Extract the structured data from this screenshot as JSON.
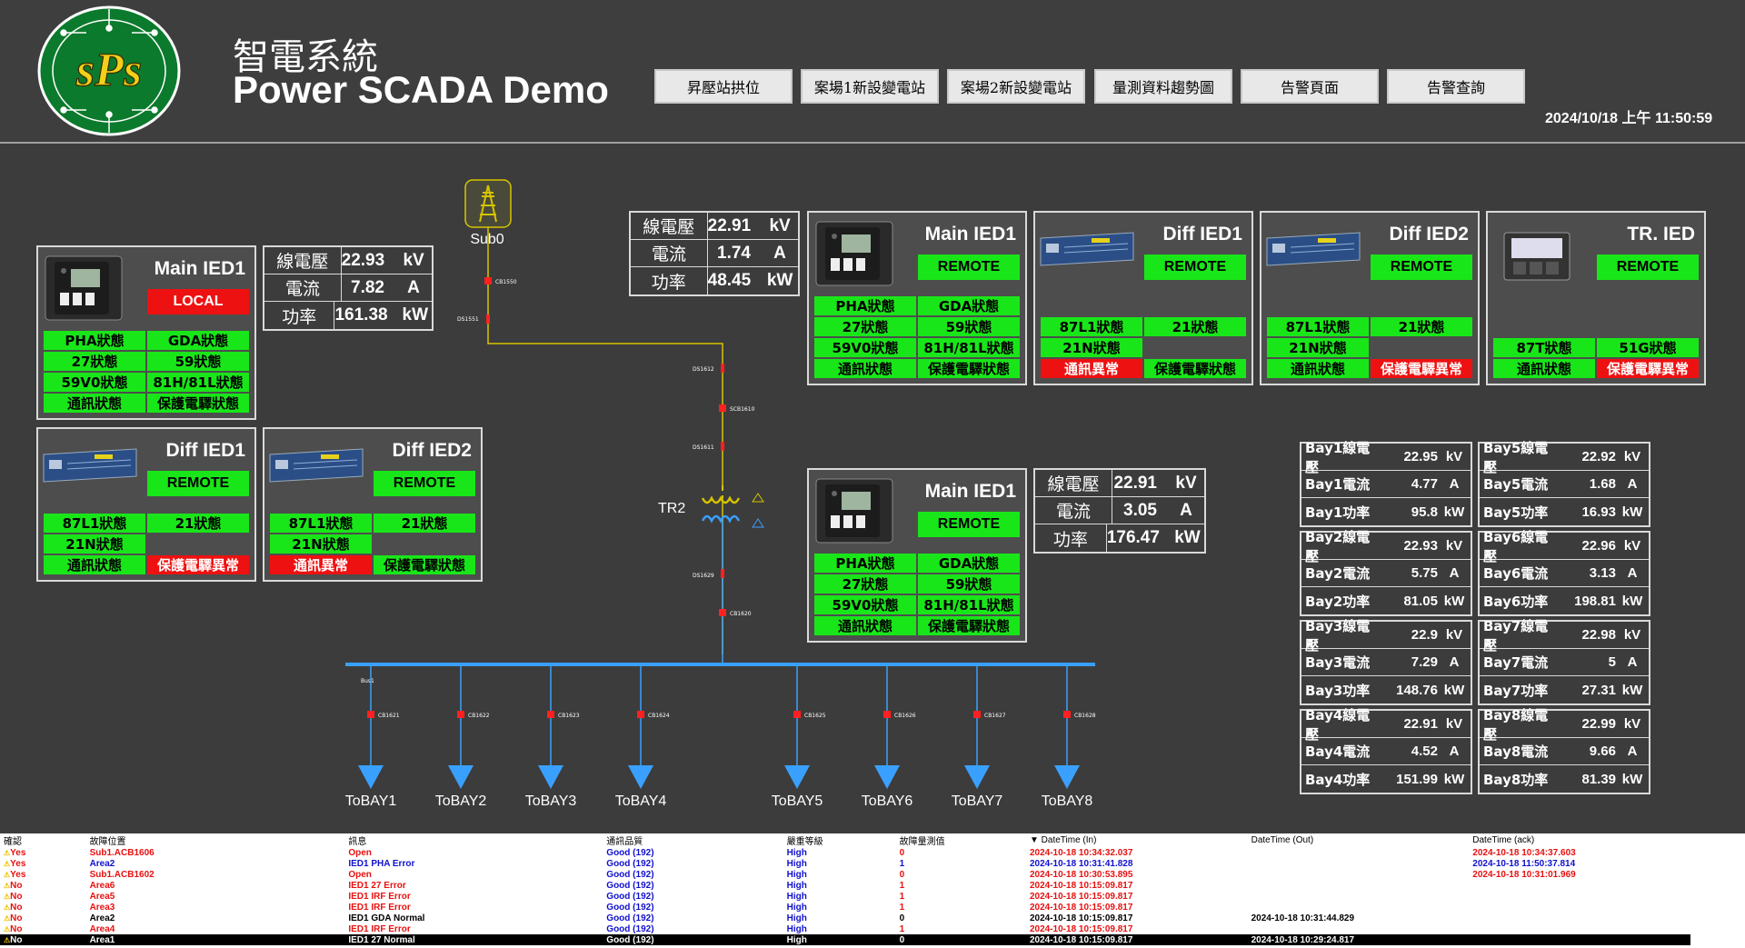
{
  "app": {
    "title_cn": "智電系統",
    "title_en": "Power SCADA Demo",
    "logo_text": "sPs",
    "datetime": "2024/10/18 上午 11:50:59"
  },
  "nav": [
    "昇壓站拱位",
    "案場1新設變電站",
    "案場2新設變電站",
    "量測資料趨勢圖",
    "告警頁面",
    "告警查詢"
  ],
  "sub": {
    "label": "Sub0"
  },
  "tr": {
    "label": "TR2"
  },
  "breakers": {
    "cb1550": "CB1550",
    "ds1551": "DS1551",
    "ds1612": "DS1612",
    "scb1610": "SCB1610",
    "ds1611": "DS1611",
    "ds1629": "DS1629",
    "cb1620": "CB1620",
    "bus1": "Bus1"
  },
  "bays": [
    {
      "cb": "CB1621",
      "label": "ToBAY1"
    },
    {
      "cb": "CB1622",
      "label": "ToBAY2"
    },
    {
      "cb": "CB1623",
      "label": "ToBAY3"
    },
    {
      "cb": "CB1624",
      "label": "ToBAY4"
    },
    {
      "cb": "CB1625",
      "label": "ToBAY5"
    },
    {
      "cb": "CB1626",
      "label": "ToBAY6"
    },
    {
      "cb": "CB1627",
      "label": "ToBAY7"
    },
    {
      "cb": "CB1628",
      "label": "ToBAY8"
    }
  ],
  "meters": {
    "left": {
      "v_label": "線電壓",
      "v": "22.93",
      "v_unit": "kV",
      "i_label": "電流",
      "i": "7.82",
      "i_unit": "A",
      "p_label": "功率",
      "p": "161.38",
      "p_unit": "kW"
    },
    "top": {
      "v_label": "線電壓",
      "v": "22.91",
      "v_unit": "kV",
      "i_label": "電流",
      "i": "1.74",
      "i_unit": "A",
      "p_label": "功率",
      "p": "48.45",
      "p_unit": "kW"
    },
    "mid": {
      "v_label": "線電壓",
      "v": "22.91",
      "v_unit": "kV",
      "i_label": "電流",
      "i": "3.05",
      "i_unit": "A",
      "p_label": "功率",
      "p": "176.47",
      "p_unit": "kW"
    }
  },
  "ieds": {
    "left_main": {
      "name": "Main IED1",
      "mode": "LOCAL",
      "cells": [
        "PHA狀態",
        "GDA狀態",
        "27狀態",
        "59狀態",
        "59V0狀態",
        "81H/81L狀態",
        "通訊狀態",
        "保護電驛狀態"
      ]
    },
    "left_diff1": {
      "name": "Diff IED1",
      "mode": "REMOTE",
      "cells": [
        "87L1狀態",
        "21狀態",
        "21N狀態",
        "",
        "通訊狀態",
        "保護電驛異常"
      ]
    },
    "left_diff2": {
      "name": "Diff IED2",
      "mode": "REMOTE",
      "cells": [
        "87L1狀態",
        "21狀態",
        "21N狀態",
        "",
        "通訊異常",
        "保護電驛狀態"
      ]
    },
    "top_main": {
      "name": "Main IED1",
      "mode": "REMOTE",
      "cells": [
        "PHA狀態",
        "GDA狀態",
        "27狀態",
        "59狀態",
        "59V0狀態",
        "81H/81L狀態",
        "通訊狀態",
        "保護電驛狀態"
      ]
    },
    "top_diff1": {
      "name": "Diff IED1",
      "mode": "REMOTE",
      "cells": [
        "87L1狀態",
        "21狀態",
        "21N狀態",
        "",
        "通訊異常",
        "保護電驛狀態"
      ]
    },
    "top_diff2": {
      "name": "Diff IED2",
      "mode": "REMOTE",
      "cells": [
        "87L1狀態",
        "21狀態",
        "21N狀態",
        "",
        "通訊狀態",
        "保護電驛異常"
      ]
    },
    "top_tr": {
      "name": "TR. IED",
      "mode": "REMOTE",
      "cells": [
        "87T狀態",
        "51G狀態",
        "通訊狀態",
        "保護電驛異常"
      ]
    },
    "mid_main": {
      "name": "Main IED1",
      "mode": "REMOTE",
      "cells": [
        "PHA狀態",
        "GDA狀態",
        "27狀態",
        "59狀態",
        "59V0狀態",
        "81H/81L狀態",
        "通訊狀態",
        "保護電驛狀態"
      ]
    }
  },
  "bay_meters": [
    {
      "rows": [
        [
          "Bay1線電壓",
          "22.95",
          "kV"
        ],
        [
          "Bay1電流",
          "4.77",
          "A"
        ],
        [
          "Bay1功率",
          "95.8",
          "kW"
        ]
      ]
    },
    {
      "rows": [
        [
          "Bay2線電壓",
          "22.93",
          "kV"
        ],
        [
          "Bay2電流",
          "5.75",
          "A"
        ],
        [
          "Bay2功率",
          "81.05",
          "kW"
        ]
      ]
    },
    {
      "rows": [
        [
          "Bay3線電壓",
          "22.9",
          "kV"
        ],
        [
          "Bay3電流",
          "7.29",
          "A"
        ],
        [
          "Bay3功率",
          "148.76",
          "kW"
        ]
      ]
    },
    {
      "rows": [
        [
          "Bay4線電壓",
          "22.91",
          "kV"
        ],
        [
          "Bay4電流",
          "4.52",
          "A"
        ],
        [
          "Bay4功率",
          "151.99",
          "kW"
        ]
      ]
    },
    {
      "rows": [
        [
          "Bay5線電壓",
          "22.92",
          "kV"
        ],
        [
          "Bay5電流",
          "1.68",
          "A"
        ],
        [
          "Bay5功率",
          "16.93",
          "kW"
        ]
      ]
    },
    {
      "rows": [
        [
          "Bay6線電壓",
          "22.96",
          "kV"
        ],
        [
          "Bay6電流",
          "3.13",
          "A"
        ],
        [
          "Bay6功率",
          "198.81",
          "kW"
        ]
      ]
    },
    {
      "rows": [
        [
          "Bay7線電壓",
          "22.98",
          "kV"
        ],
        [
          "Bay7電流",
          "5",
          "A"
        ],
        [
          "Bay7功率",
          "27.31",
          "kW"
        ]
      ]
    },
    {
      "rows": [
        [
          "Bay8線電壓",
          "22.99",
          "kV"
        ],
        [
          "Bay8電流",
          "9.66",
          "A"
        ],
        [
          "Bay8功率",
          "81.39",
          "kW"
        ]
      ]
    }
  ],
  "alarm": {
    "headers": [
      "確認",
      "故障位置",
      "訊息",
      "通訊品質",
      "嚴重等級",
      "故障量測值",
      "▼ DateTime (In)",
      "DateTime (Out)",
      "DateTime (ack)"
    ],
    "rows": [
      {
        "ack": "Yes",
        "loc": "Sub1.ACB1606",
        "msg": "Open",
        "q": "Good (192)",
        "sev": "High",
        "val": "0",
        "in": "2024-10-18 10:34:32.037",
        "out": "",
        "ackt": "2024-10-18 10:34:37.603",
        "color": "#e81010"
      },
      {
        "ack": "Yes",
        "loc": "Area2",
        "msg": "IED1 PHA Error",
        "q": "Good (192)",
        "sev": "High",
        "val": "1",
        "in": "2024-10-18 10:31:41.828",
        "out": "",
        "ackt": "2024-10-18 11:50:37.814",
        "color": "#1010d0"
      },
      {
        "ack": "Yes",
        "loc": "Sub1.ACB1602",
        "msg": "Open",
        "q": "Good (192)",
        "sev": "High",
        "val": "0",
        "in": "2024-10-18 10:30:53.895",
        "out": "",
        "ackt": "2024-10-18 10:31:01.969",
        "color": "#e81010"
      },
      {
        "ack": "No",
        "loc": "Area6",
        "msg": "IED1 27 Error",
        "q": "Good (192)",
        "sev": "High",
        "val": "1",
        "in": "2024-10-18 10:15:09.817",
        "out": "",
        "ackt": "",
        "color": "#e81010"
      },
      {
        "ack": "No",
        "loc": "Area5",
        "msg": "IED1 IRF Error",
        "q": "Good (192)",
        "sev": "High",
        "val": "1",
        "in": "2024-10-18 10:15:09.817",
        "out": "",
        "ackt": "",
        "color": "#e81010"
      },
      {
        "ack": "No",
        "loc": "Area3",
        "msg": "IED1 IRF Error",
        "q": "Good (192)",
        "sev": "High",
        "val": "1",
        "in": "2024-10-18 10:15:09.817",
        "out": "",
        "ackt": "",
        "color": "#e81010"
      },
      {
        "ack": "No",
        "loc": "Area2",
        "msg": "IED1 GDA Normal",
        "q": "Good (192)",
        "sev": "High",
        "val": "0",
        "in": "2024-10-18 10:15:09.817",
        "out": "2024-10-18 10:31:44.829",
        "ackt": "",
        "color": "#000000"
      },
      {
        "ack": "No",
        "loc": "Area4",
        "msg": "IED1 IRF Error",
        "q": "Good (192)",
        "sev": "High",
        "val": "1",
        "in": "2024-10-18 10:15:09.817",
        "out": "",
        "ackt": "",
        "color": "#e81010"
      },
      {
        "ack": "No",
        "loc": "Area1",
        "msg": "IED1 27 Normal",
        "q": "Good (192)",
        "sev": "High",
        "val": "0",
        "in": "2024-10-18 10:15:09.817",
        "out": "2024-10-18 10:29:24.817",
        "ackt": "",
        "color": "#ffffff",
        "selected": true
      }
    ]
  },
  "colors": {
    "ok": "#19e619",
    "alarm": "#ee1111",
    "bus": "#3aa0ff",
    "wire": "#d6c400",
    "breaker": "#ff2020"
  }
}
